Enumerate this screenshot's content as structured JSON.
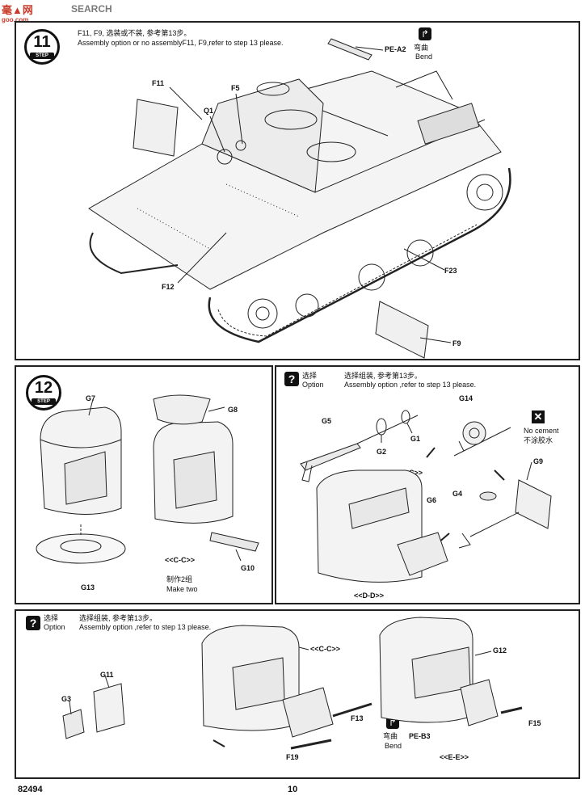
{
  "watermark": {
    "logo_text": "毫▲网",
    "search": "SEARCH",
    "url": "goo.com"
  },
  "step11": {
    "number": "11",
    "tag": "STEP",
    "note_cn": "F11, F9, 选装或不装, 参考第13步。",
    "note_en": "Assembly option or no assemblyF11, F9,refer to step 13 please.",
    "labels": {
      "pe_a2": "PE-A2",
      "f11": "F11",
      "f5": "F5",
      "q1": "Q1",
      "f12": "F12",
      "f23": "F23",
      "f9": "F9"
    },
    "bend_cn": "弯曲",
    "bend_en": "Bend"
  },
  "step12": {
    "number": "12",
    "tag": "STEP",
    "labels": {
      "g7": "G7",
      "g8": "G8",
      "g13": "G13",
      "g10": "G10",
      "section": "<<C-C>>"
    },
    "make_cn": "制作2组",
    "make_en": "Make two"
  },
  "option1": {
    "icon": "?",
    "option_cn": "选择",
    "option_en": "Option",
    "note_cn": "选择组装, 参考第13步。",
    "note_en": "Assembly option ,refer to step 13 please.",
    "labels": {
      "g5": "G5",
      "g2": "G2",
      "g1": "G1",
      "g14": "G14",
      "g6": "G6",
      "g4": "G4",
      "g9": "G9",
      "section_cc": "<<C-C>>",
      "section_dd": "<<D-D>>"
    },
    "nocement_en": "No cement",
    "nocement_cn": "不涂胶水"
  },
  "option2": {
    "icon": "?",
    "option_cn": "选择",
    "option_en": "Option",
    "note_cn": "选择组装, 参考第13步。",
    "note_en": "Assembly option ,refer to step 13 please.",
    "labels": {
      "g11": "G11",
      "g3": "G3",
      "f13": "F13",
      "f19": "F19",
      "g12": "G12",
      "f15": "F15",
      "pe_b3": "PE-B3",
      "section_cc": "<<C-C>>",
      "section_ee": "<<E-E>>"
    },
    "bend_cn": "弯曲",
    "bend_en": "Bend"
  },
  "footer": {
    "code": "82494",
    "page": "10"
  }
}
